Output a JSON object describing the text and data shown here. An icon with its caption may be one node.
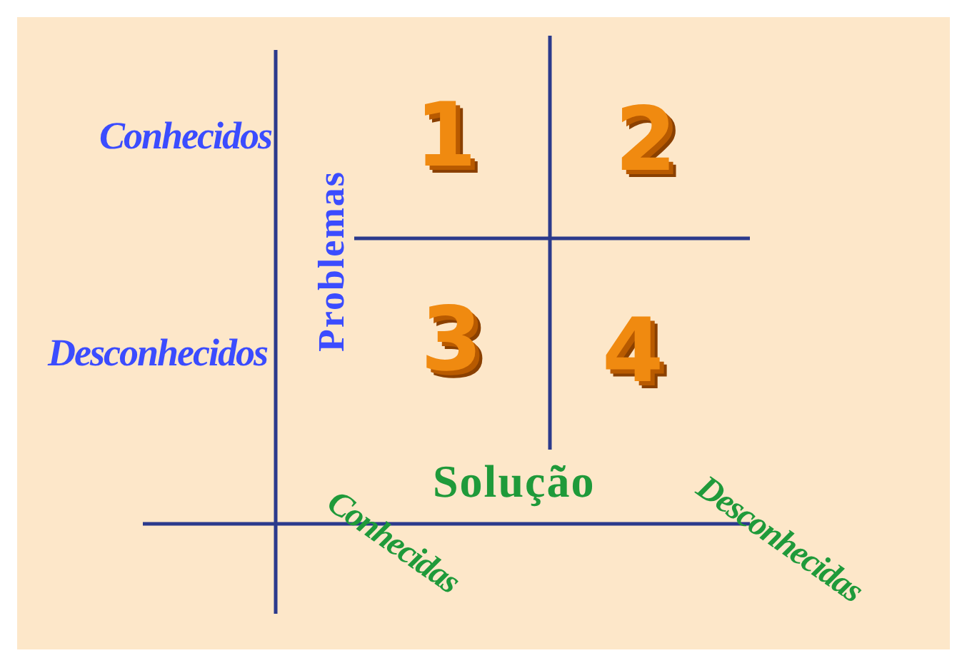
{
  "diagram": {
    "labels": [
      "1",
      "2",
      "Conhecidos",
      "Problemas",
      "3",
      "4",
      "Desconhecidos",
      "Solução",
      "Conhecidas",
      "Desconhecidas"
    ]
  }
}
